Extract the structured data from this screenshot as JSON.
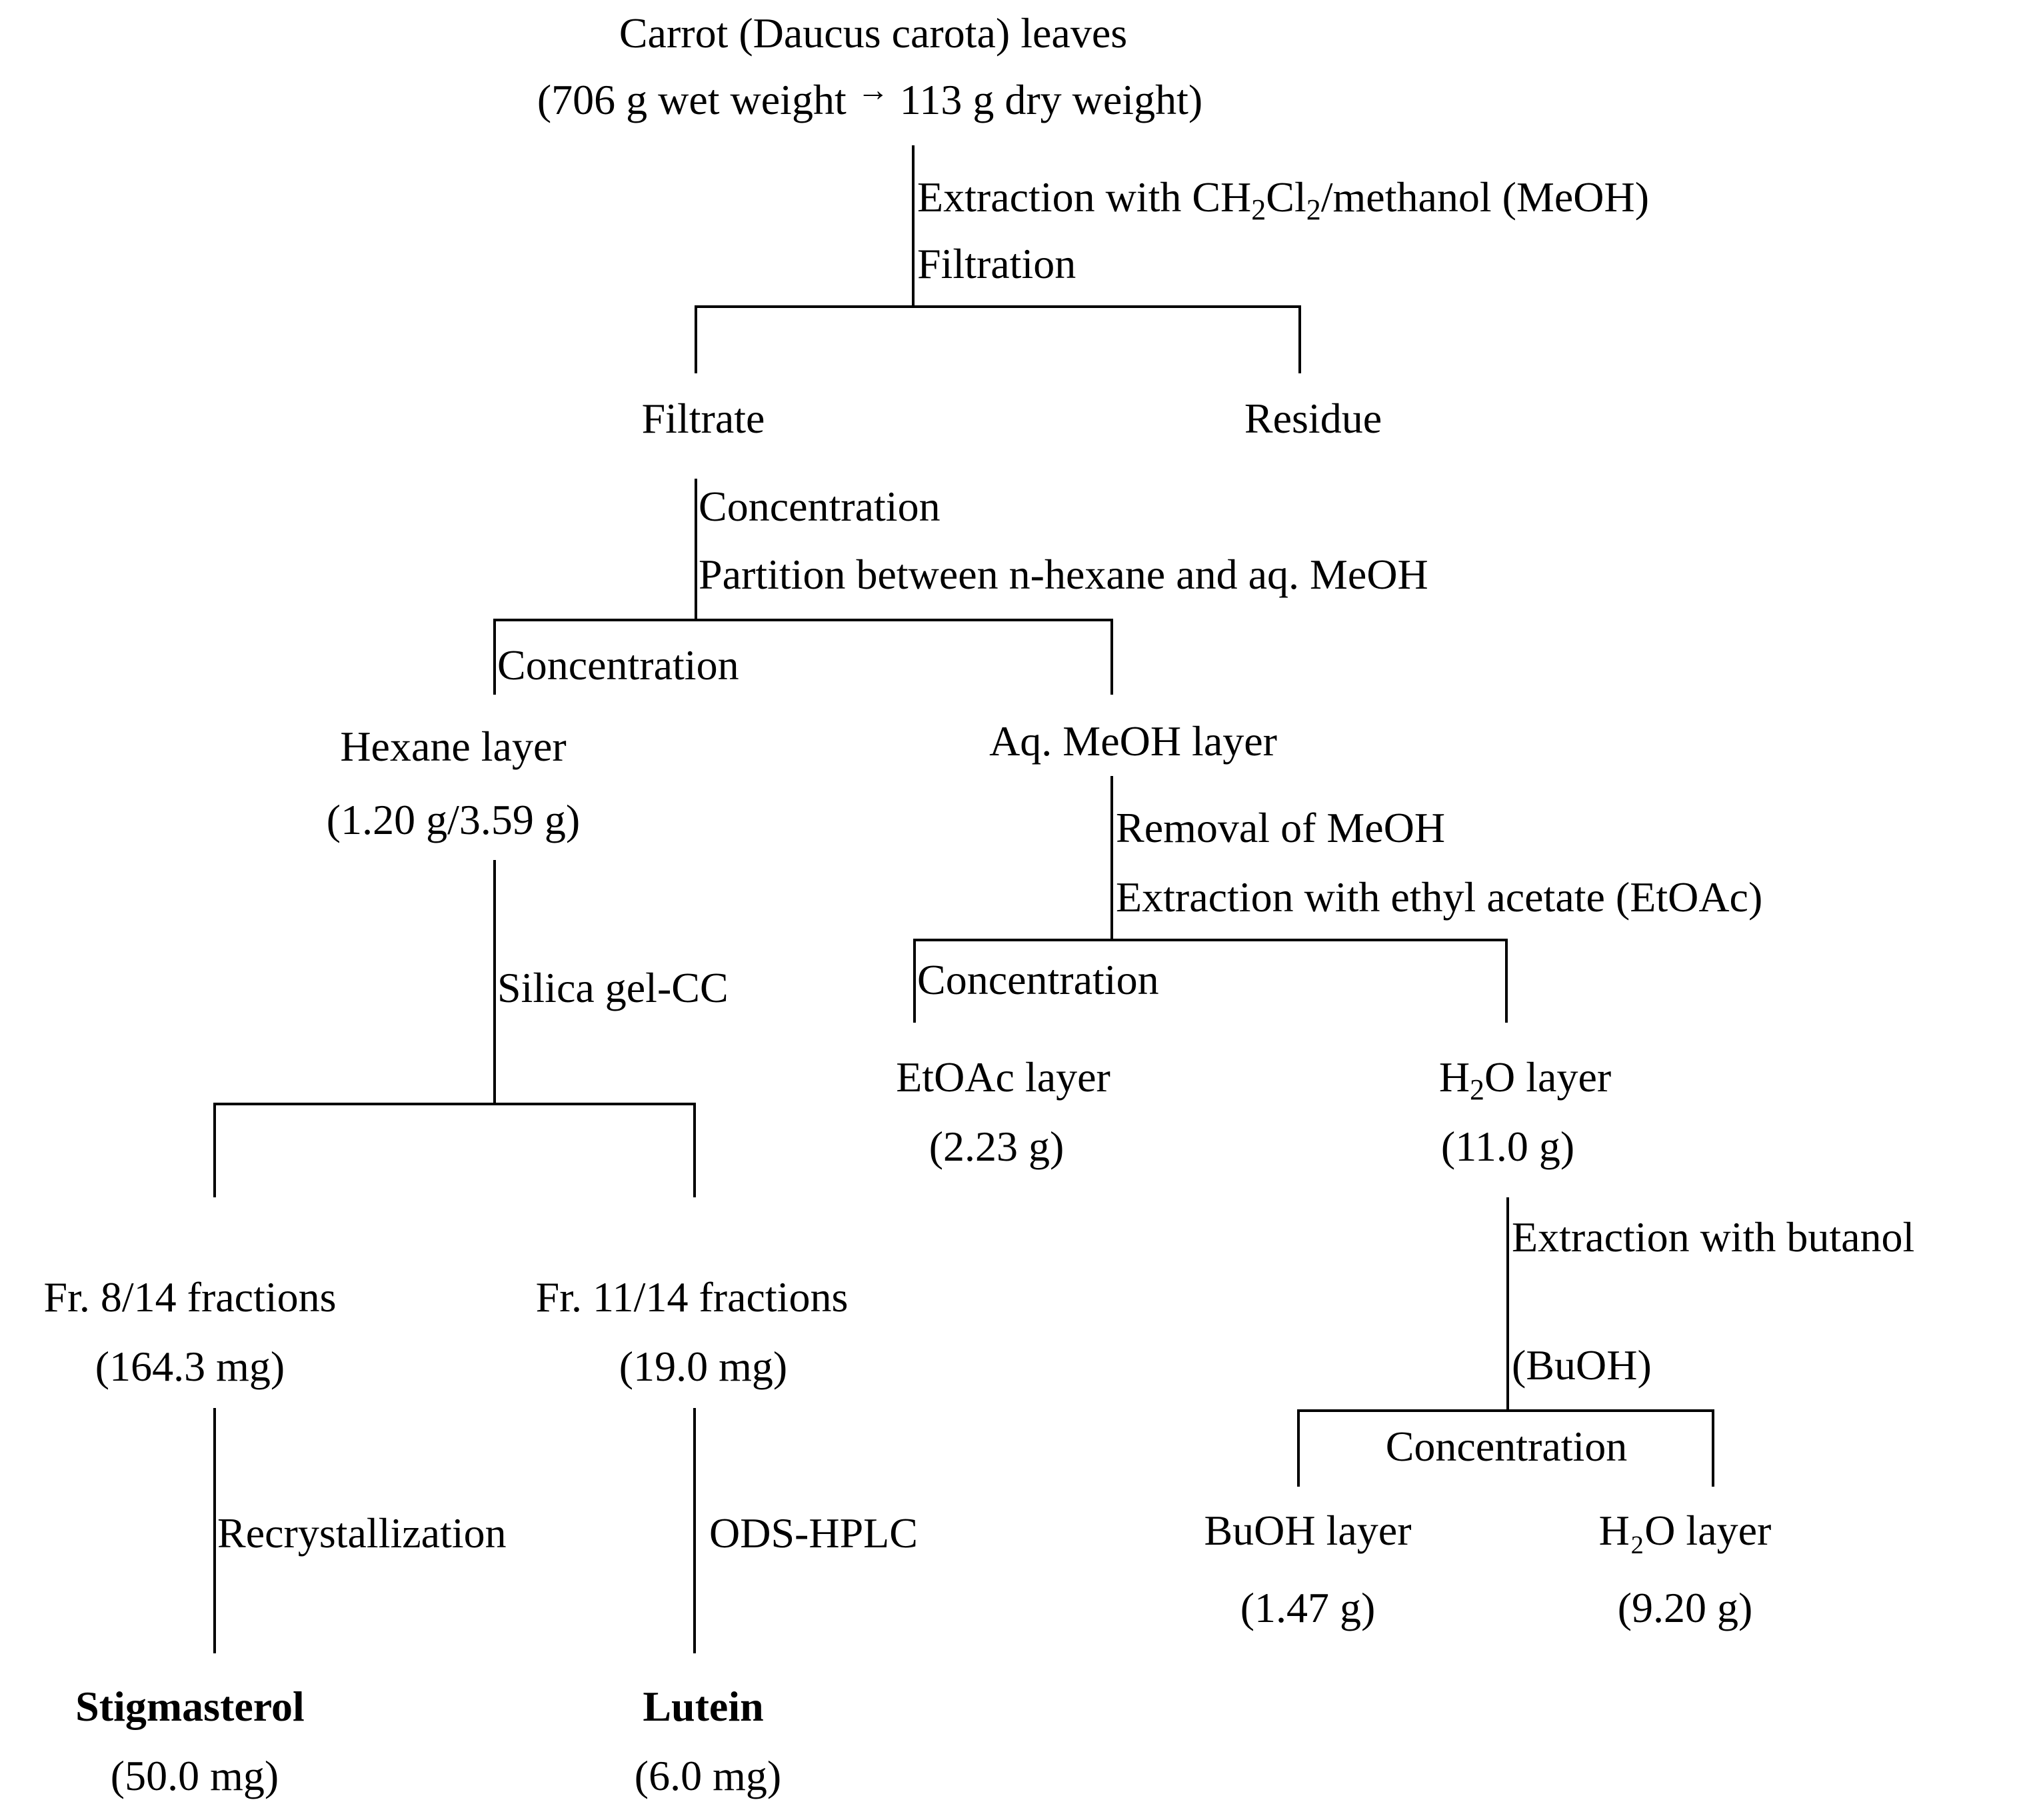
{
  "source": {
    "name": "Carrot (Daucus carota) leaves",
    "weight_wet": "(706 g wet weight",
    "arrow": "→",
    "weight_dry": "113 g dry weight)"
  },
  "step1": {
    "extract_prefix": "Extraction with CH",
    "sub1": "2",
    "cl": "Cl",
    "sub2": "2",
    "extract_suffix": "/methanol (MeOH)",
    "filtration": "Filtration"
  },
  "filtrate": "Filtrate",
  "residue": "Residue",
  "step2": {
    "concentration": "Concentration",
    "partition": "Partition between n-hexane and aq. MeOH"
  },
  "hexane_branch": {
    "concentration": "Concentration",
    "name": "Hexane layer",
    "amount": "(1.20 g/3.59 g)",
    "method": "Silica gel-CC"
  },
  "aq_meoh": {
    "name": "Aq. MeOH layer",
    "removal": "Removal of MeOH",
    "extraction": "Extraction with ethyl acetate (EtOAc)",
    "concentration": "Concentration"
  },
  "etoac": {
    "name": "EtOAc layer",
    "amount": "(2.23 g)"
  },
  "water1": {
    "h": "H",
    "sub": "2",
    "rest": "O layer",
    "amount": "(11.0 g)"
  },
  "butanol_step": {
    "line1": "Extraction with butanol",
    "line2": "(BuOH)",
    "concentration": "Concentration"
  },
  "buoh": {
    "name": "BuOH layer",
    "amount": "(1.47 g)"
  },
  "water2": {
    "name": "H₂O layer",
    "amount": "(9.20 g)"
  },
  "fr8": {
    "name": "Fr. 8/14 fractions",
    "amount": "(164.3 mg)",
    "method": "Recrystallization"
  },
  "fr11": {
    "name": "Fr. 11/14 fractions",
    "amount": "(19.0 mg)",
    "method": "ODS-HPLC"
  },
  "stigmasterol": {
    "name": "Stigmasterol",
    "amount": "(50.0 mg)"
  },
  "lutein": {
    "name": "Lutein",
    "amount": "(6.0 mg)"
  }
}
